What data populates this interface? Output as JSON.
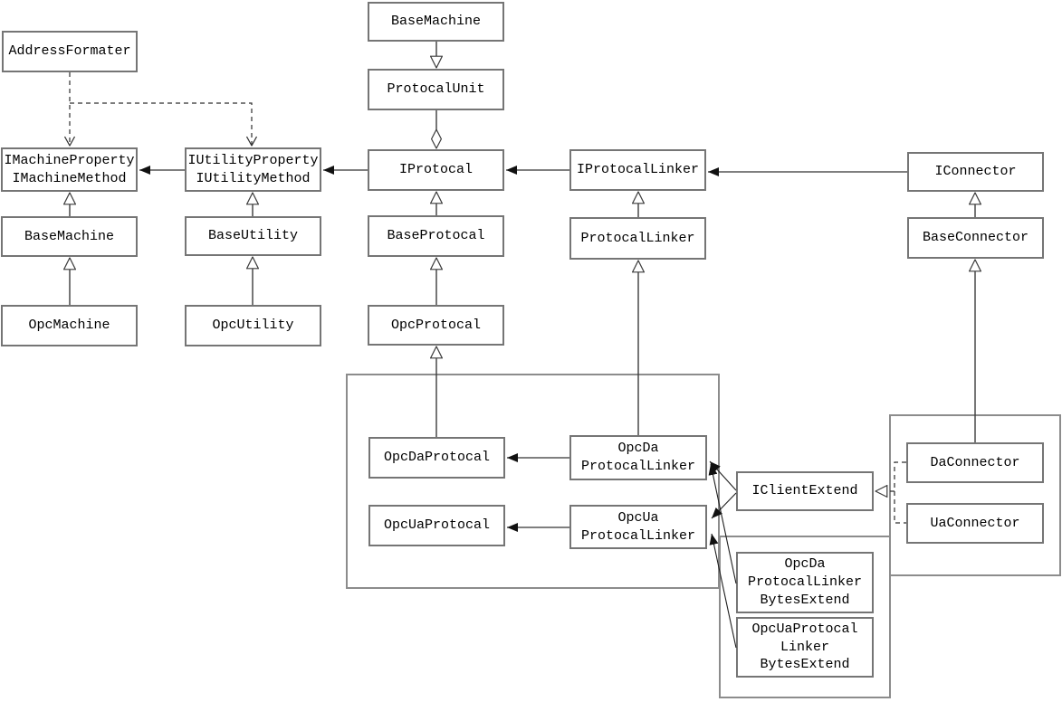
{
  "diagram": {
    "kind": "uml-class-diagram",
    "colors": {
      "background": "#ffffff",
      "box_border": "#757575",
      "group_border": "#8c8c8c",
      "line": "#3c3c3c",
      "text": "#000000"
    },
    "nodes": {
      "addressFormater": {
        "label": "AddressFormater"
      },
      "iMachine": {
        "lines": [
          "IMachineProperty",
          "IMachineMethod"
        ]
      },
      "iUtility": {
        "lines": [
          "IUtilityProperty",
          "IUtilityMethod"
        ]
      },
      "baseMachineLeft": {
        "label": "BaseMachine"
      },
      "opcMachine": {
        "label": "OpcMachine"
      },
      "baseUtility": {
        "label": "BaseUtility"
      },
      "opcUtility": {
        "label": "OpcUtility"
      },
      "baseMachineTop": {
        "label": "BaseMachine"
      },
      "protocalUnit": {
        "label": "ProtocalUnit"
      },
      "iProtocal": {
        "label": "IProtocal"
      },
      "baseProtocal": {
        "label": "BaseProtocal"
      },
      "opcProtocal": {
        "label": "OpcProtocal"
      },
      "iProtocalLinker": {
        "label": "IProtocalLinker"
      },
      "protocalLinker": {
        "label": "ProtocalLinker"
      },
      "iConnector": {
        "label": "IConnector"
      },
      "baseConnector": {
        "label": "BaseConnector"
      },
      "opcDaProtocal": {
        "label": "OpcDaProtocal"
      },
      "opcUaProtocal": {
        "label": "OpcUaProtocal"
      },
      "opcDaProtocalLinker": {
        "lines": [
          "OpcDa",
          "ProtocalLinker"
        ]
      },
      "opcUaProtocalLinker": {
        "lines": [
          "OpcUa",
          "ProtocalLinker"
        ]
      },
      "iClientExtend": {
        "label": "IClientExtend"
      },
      "daConnector": {
        "label": "DaConnector"
      },
      "uaConnector": {
        "label": "UaConnector"
      },
      "opcDaProtocalLinkerBytesExtend": {
        "lines": [
          "OpcDa",
          "ProtocalLinker",
          "BytesExtend"
        ]
      },
      "opcUaProtocalLinkerBytesExtend": {
        "lines": [
          "OpcUaProtocal",
          "Linker",
          "BytesExtend"
        ]
      }
    },
    "edges": [
      {
        "from": "baseMachineLeft",
        "to": "iMachine",
        "type": "generalization"
      },
      {
        "from": "opcMachine",
        "to": "baseMachineLeft",
        "type": "generalization"
      },
      {
        "from": "baseUtility",
        "to": "iUtility",
        "type": "generalization"
      },
      {
        "from": "opcUtility",
        "to": "baseUtility",
        "type": "generalization"
      },
      {
        "from": "baseProtocal",
        "to": "iProtocal",
        "type": "generalization"
      },
      {
        "from": "opcProtocal",
        "to": "baseProtocal",
        "type": "generalization"
      },
      {
        "from": "opcDaProtocal",
        "to": "opcProtocal",
        "type": "generalization"
      },
      {
        "from": "protocalLinker",
        "to": "iProtocalLinker",
        "type": "generalization"
      },
      {
        "from": "opcDaProtocalLinker",
        "to": "protocalLinker",
        "type": "generalization"
      },
      {
        "from": "baseConnector",
        "to": "iConnector",
        "type": "generalization"
      },
      {
        "from": "daConnector",
        "to": "baseConnector",
        "type": "generalization"
      },
      {
        "from": "baseMachineTop",
        "to": "protocalUnit",
        "type": "generalization"
      },
      {
        "from": "protocalUnit",
        "to": "iProtocal",
        "type": "aggregation"
      },
      {
        "from": "iUtility",
        "to": "iMachine",
        "type": "association"
      },
      {
        "from": "iProtocal",
        "to": "iUtility",
        "type": "association"
      },
      {
        "from": "iProtocalLinker",
        "to": "iProtocal",
        "type": "association"
      },
      {
        "from": "iConnector",
        "to": "iProtocalLinker",
        "type": "association"
      },
      {
        "from": "opcDaProtocalLinker",
        "to": "opcDaProtocal",
        "type": "association"
      },
      {
        "from": "opcUaProtocalLinker",
        "to": "opcUaProtocal",
        "type": "association"
      },
      {
        "from": "iClientExtend",
        "to": "opcDaProtocalLinker",
        "type": "association"
      },
      {
        "from": "iClientExtend",
        "to": "opcUaProtocalLinker",
        "type": "association"
      },
      {
        "from": "opcDaProtocalLinkerBytesExtend",
        "to": "opcDaProtocalLinker",
        "type": "association"
      },
      {
        "from": "opcUaProtocalLinkerBytesExtend",
        "to": "opcUaProtocalLinker",
        "type": "association"
      },
      {
        "from": "addressFormater",
        "to": "iMachine",
        "type": "dependency"
      },
      {
        "from": "addressFormater",
        "to": "iUtility",
        "type": "dependency"
      },
      {
        "from": "daConnector",
        "to": "iClientExtend",
        "type": "realization"
      },
      {
        "from": "uaConnector",
        "to": "iClientExtend",
        "type": "realization"
      }
    ]
  }
}
